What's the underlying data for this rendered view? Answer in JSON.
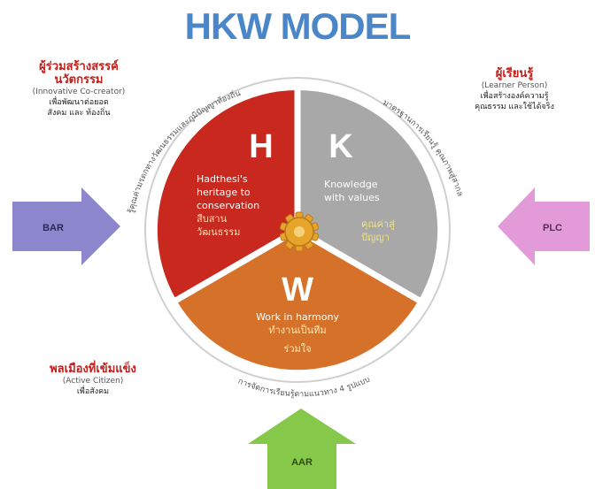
{
  "title": "HKW MODEL",
  "colors": {
    "title": "#4a86c8",
    "h": "#c8281e",
    "k": "#a8a8a8",
    "w": "#d6712a",
    "bar_arrow": "#8c86cc",
    "plc_arrow": "#e29bd8",
    "aar_arrow": "#86c94a",
    "accent_red": "#c0201c",
    "gear": "#e6a52a"
  },
  "segments": {
    "h": {
      "letter": "H",
      "lines": [
        "Hadthesi's",
        "heritage to",
        "conservation",
        "สืบสาน",
        "วัฒนธรรม"
      ]
    },
    "k": {
      "letter": "K",
      "lines": [
        "Knowledge",
        "with values",
        "คุณค่าสู่",
        "ปัญญา"
      ]
    },
    "w": {
      "letter": "W",
      "lines": [
        "Work in harmony",
        "ทำงานเป็นทีม",
        "ร่วมใจ"
      ]
    }
  },
  "arrows": {
    "left": "BAR",
    "right": "PLC",
    "bottom": "AAR"
  },
  "notes": {
    "top_left": {
      "head": [
        "ผู้ร่วมสร้างสรรค์",
        "นวัตกรรม"
      ],
      "sub": "(Innovative Co-creator)",
      "desc": [
        "เพื่อพัฒนาต่อยอด",
        "สังคม และ ท้องถิ่น"
      ]
    },
    "top_right": {
      "head": [
        "ผู้เรียนรู้"
      ],
      "sub": "(Learner Person)",
      "desc": [
        "เพื่อสร้างองค์ความรู้",
        "คุณธรรม และใช้ได้จริง"
      ]
    },
    "bottom_left": {
      "head": [
        "พลเมืองที่เข้มแข็ง"
      ],
      "sub": "(Active Citizen)",
      "desc": [
        "เพื่อสังคม"
      ]
    }
  },
  "ring_labels": {
    "top_left": "รู้คุณค่ามรดกทางวัฒนธรรมและภูมิปัญญาท้องถิ่น",
    "top_right": "มาตรฐานการเรียนรู้ คุณภาพสู่สากล",
    "bottom": "การจัดการเรียนรู้ตามแนวทาง 4 รูปแบบ"
  }
}
